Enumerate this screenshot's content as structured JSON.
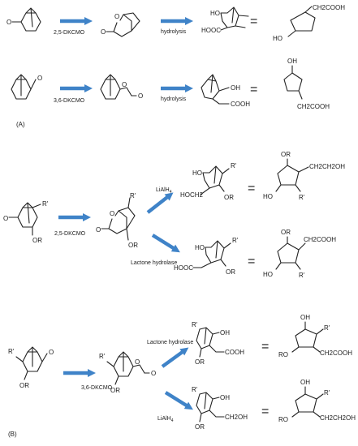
{
  "colors": {
    "arrow": "#3f83c8",
    "ink": "#222222"
  },
  "panels": {
    "a": "(A)",
    "b": "(B)"
  },
  "reagents": {
    "dkcmo_25_a": "2,5-DKCMO",
    "hydrolysis_1": "hydrolysis",
    "dkcmo_36_a": "3,6-DKCMO",
    "hydrolysis_2": "hydrolysis",
    "lialh4_1": "LiAlH",
    "lialh4_1_sub": "4",
    "dkcmo_25_b": "2,5-DKCMO",
    "lactone_hydrolase_1": "Lactone hydrolase",
    "lactone_hydrolase_2": "Lactone hydrolase",
    "dkcmo_36_b": "3,6-DKCMO",
    "lialh4_2": "LiAlH",
    "lialh4_2_sub": "4"
  },
  "groups": {
    "o": "O",
    "ho": "HO",
    "oh": "OH",
    "hooc": "HOOC",
    "cooh": "COOH",
    "ch2cooh": "CH2COOH",
    "ch2ch2oh": "CH2CH2OH",
    "ch2oh": "CH2OH",
    "hoch2": "HOCH2",
    "or": "OR",
    "ro": "RO",
    "r": "R'",
    "eq": "="
  }
}
